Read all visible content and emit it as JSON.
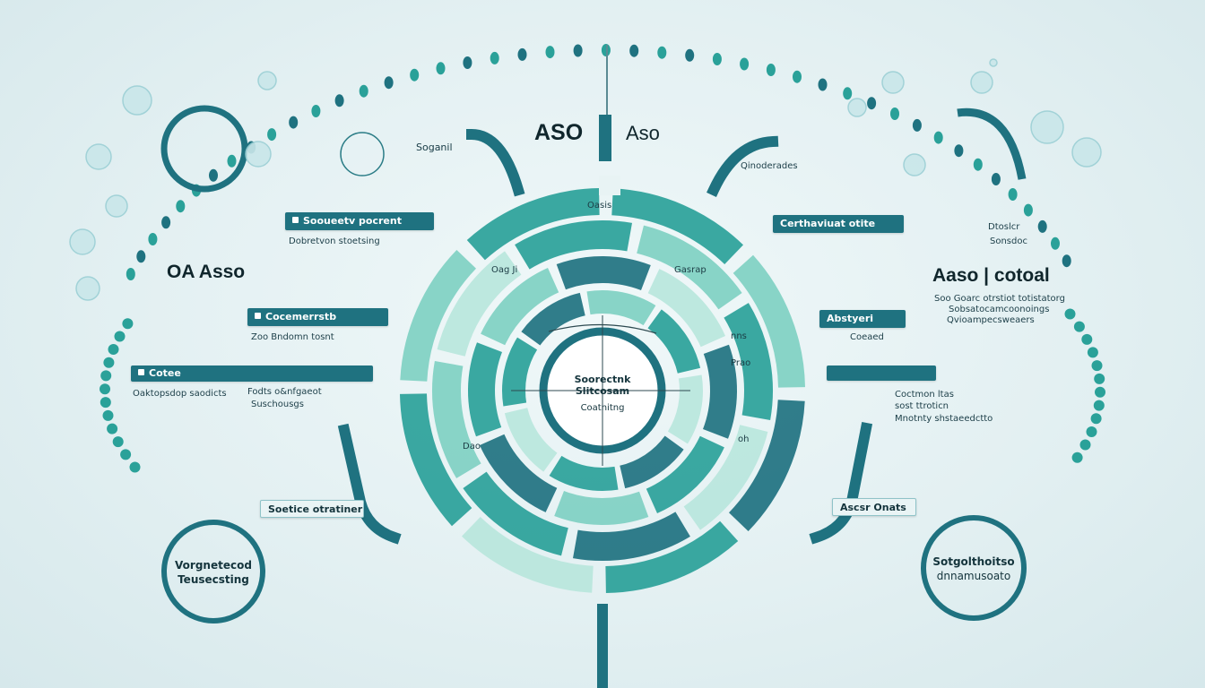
{
  "center": {
    "top_label": "Oasis",
    "label_tl": "Oag Ji",
    "label_r1": "Gasrap",
    "label_r2": "nns",
    "label_r3": "Prao",
    "label_bl": "Dao",
    "label_br": "oh",
    "inner_line1": "Soorectnk",
    "inner_line2": "Slitcosam",
    "inner_line3": "Coatnitng"
  },
  "top": {
    "title_main": "ASO",
    "title_secondary": "Aso",
    "left_small": "Soganil",
    "right_small": "Qinoderades",
    "circle_left_text": ""
  },
  "left": {
    "heading": "OA Asso",
    "bar1": "Sooueetv pocrent",
    "bar1_sub": "Dobretvon stoetsing",
    "bar2": "Cocemerrstb",
    "bar2_sub": "Zoo Bndomn tosnt",
    "bar3": "Cotee",
    "bar3_sub": "Oaktopsdop saodicts",
    "bar3_sub2a": "Fodts o&nfgaeot",
    "bar3_sub2b": "Suschousgs",
    "bar4": "Soetice otratiner",
    "circle_bottom_line1": "Vorgnetecod",
    "circle_bottom_line2": "Teusecsting"
  },
  "right": {
    "bar1": "Certhaviuat otite",
    "heading": "Aaso | cotoal",
    "sub1": "Soo Goarc otrstiot totistatorg",
    "sub2": "Sobsatocamcoonoings",
    "sub3": "Qvioampecsweaers",
    "bar2": "Abstyeri",
    "bar2_sub": "Coeaed",
    "bar3_sub1": "Coctmon ltas",
    "bar3_sub2": "sost ttroticn",
    "bar3_sub3": "Mnotnty shstaeedctto",
    "bar4": "Ascsr Onats",
    "top_sub1": "Dtoslcr",
    "top_sub2": "Sonsdoc",
    "circle_bottom_line1": "Sotgolthoitso",
    "circle_bottom_line2": "dnnamusoato"
  },
  "colors": {
    "teal_dark": "#1f7280",
    "teal_mid": "#2aa199",
    "teal_light": "#7fd0c2",
    "teal_pale": "#b9e6dc"
  }
}
